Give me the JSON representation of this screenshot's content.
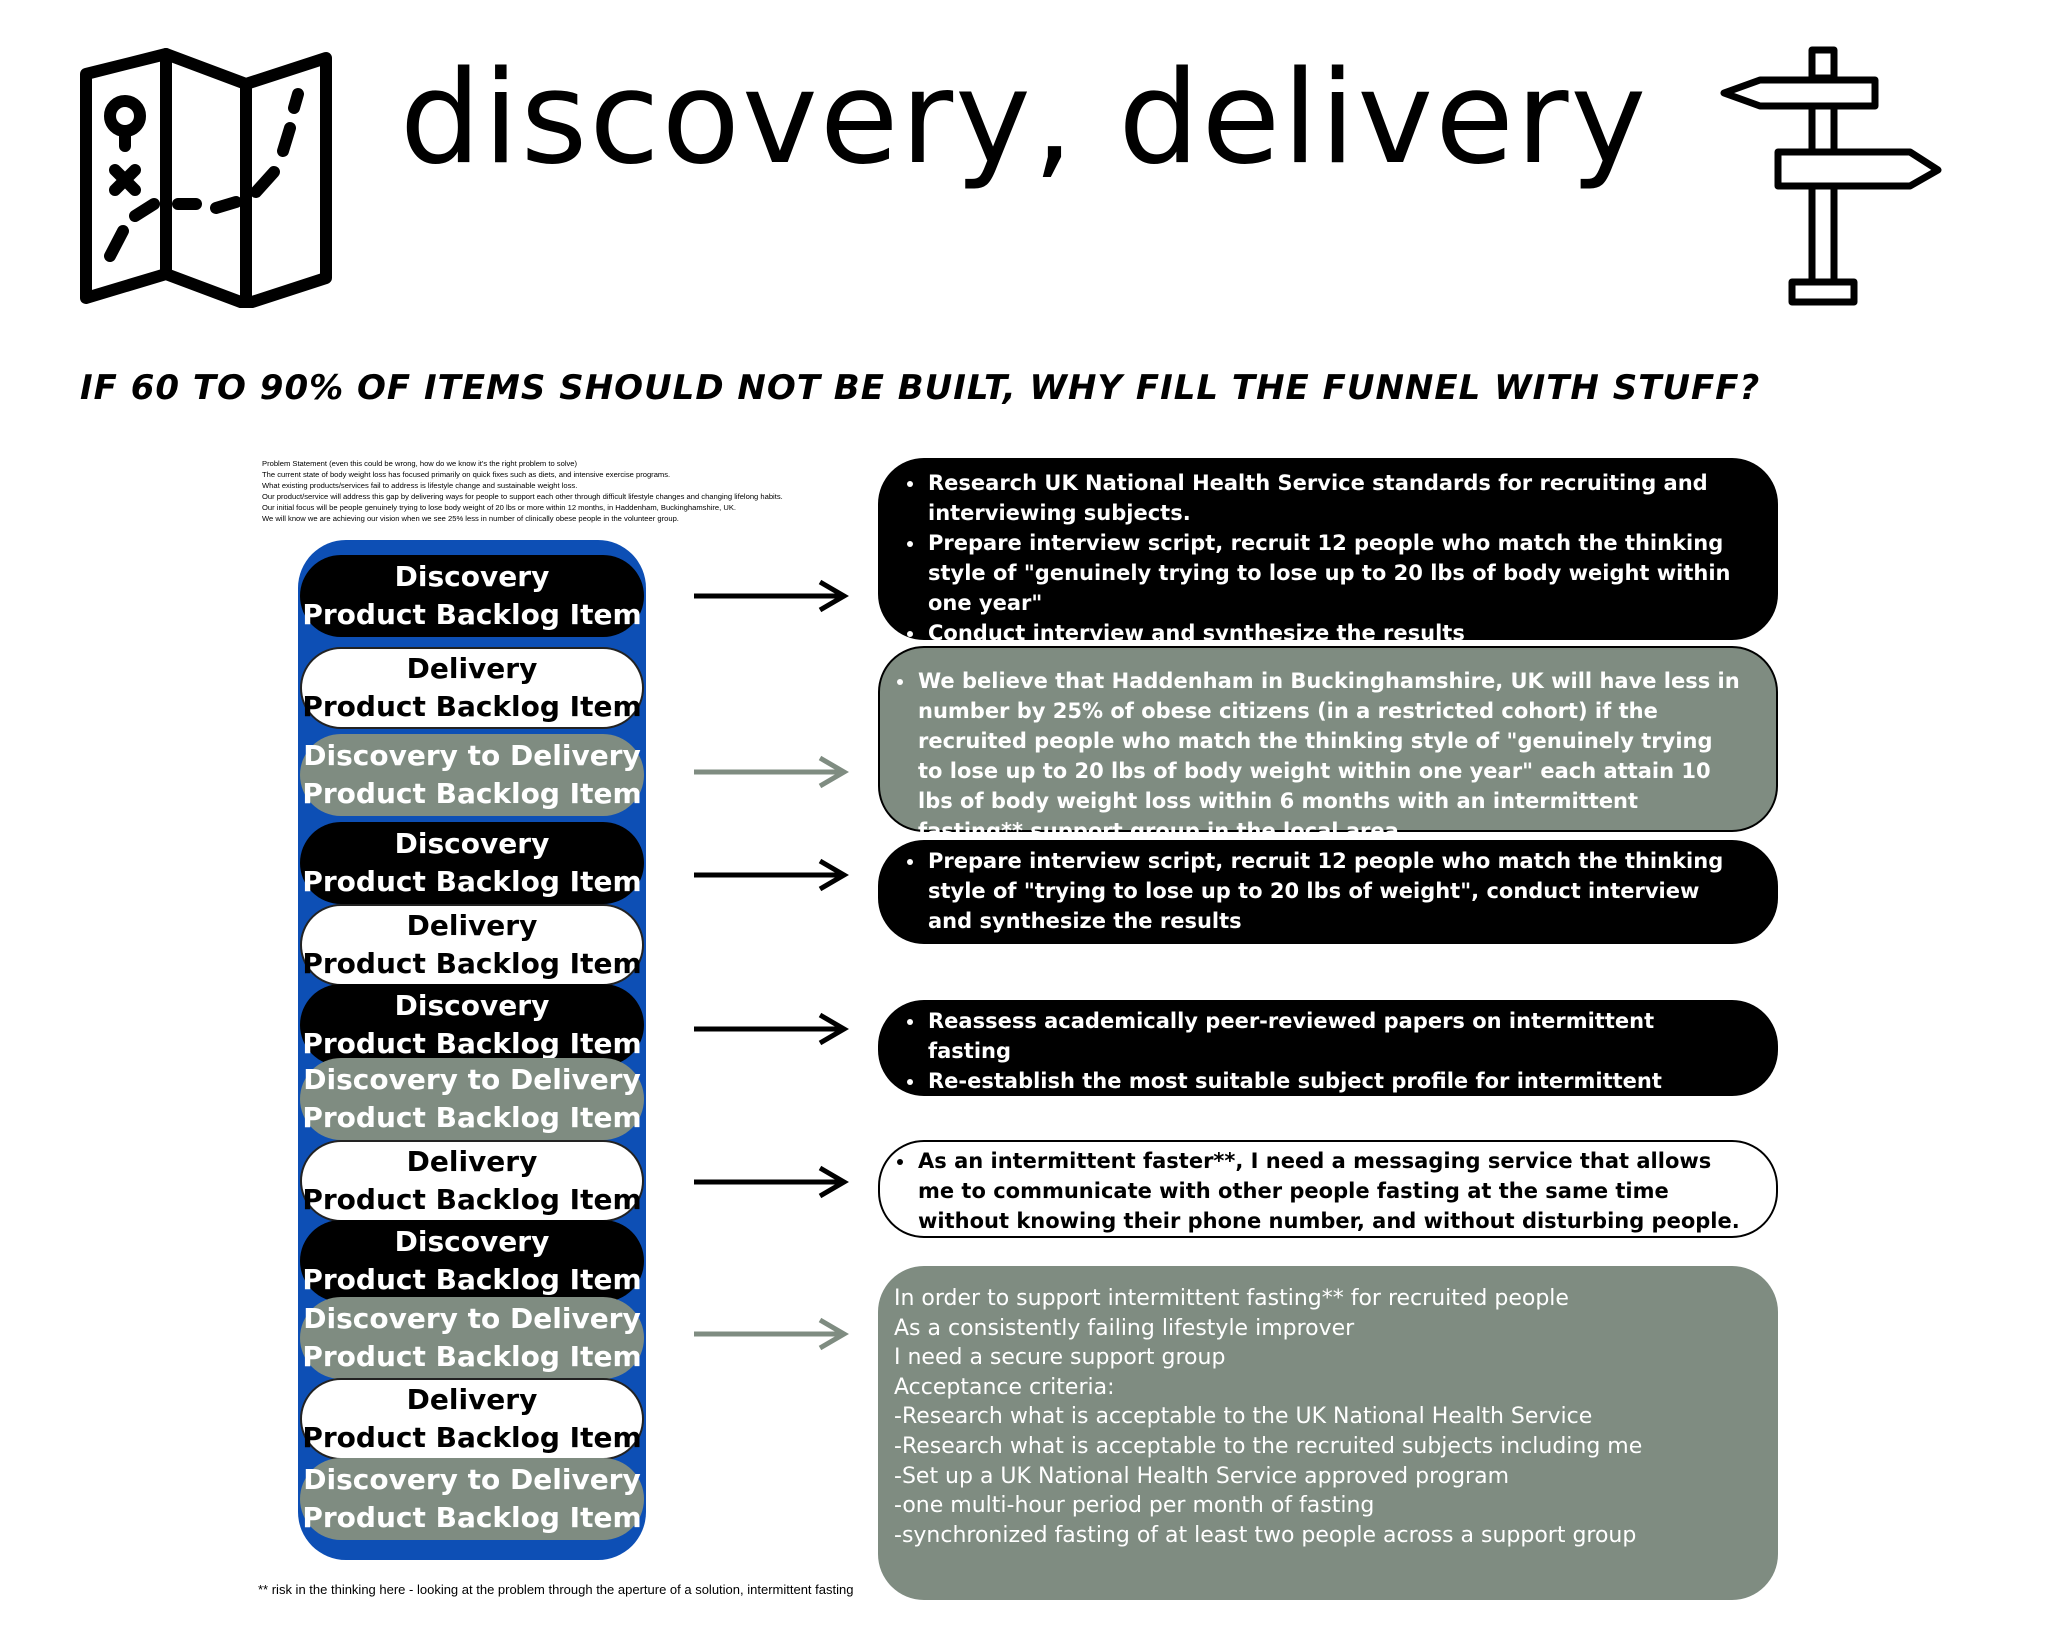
{
  "title": "discovery, delivery",
  "subtitle": "IF 60 TO 90% OF ITEMS SHOULD NOT BE BUILT, WHY FILL THE FUNNEL WITH STUFF?",
  "icons": {
    "left": "map-icon",
    "right": "signpost-icon"
  },
  "problem_statement": [
    "Problem Statement (even this could be wrong, how do we know it's the right problem to solve)",
    "The current state of body weight loss has focused primarily on quick fixes such as diets, and intensive exercise programs.",
    "What existing products/services fail to address is lifestyle change and sustainable weight loss.",
    "Our product/service will address this gap by delivering ways for people to support each other through difficult lifestyle changes and changing lifelong habits.",
    "Our initial focus will be people genuinely trying to lose body weight of 20 lbs or more within 12 months, in Haddenham, Buckinghamshire, UK.",
    "We will know we are achieving our vision when we see 25% less in number of clinically obese people in the volunteer group."
  ],
  "backlog_items": [
    {
      "line1": "Discovery",
      "line2": "Product Backlog Item",
      "kind": "discovery"
    },
    {
      "line1": "Delivery",
      "line2": "Product Backlog Item",
      "kind": "delivery"
    },
    {
      "line1": "Discovery to Delivery",
      "line2": "Product Backlog Item",
      "kind": "mixed"
    },
    {
      "line1": "Discovery",
      "line2": "Product Backlog Item",
      "kind": "discovery"
    },
    {
      "line1": "Delivery",
      "line2": "Product Backlog Item",
      "kind": "delivery"
    },
    {
      "line1": "Discovery",
      "line2": "Product Backlog Item",
      "kind": "discovery"
    },
    {
      "line1": "Discovery to Delivery",
      "line2": "Product Backlog Item",
      "kind": "mixed"
    },
    {
      "line1": "Delivery",
      "line2": "Product Backlog Item",
      "kind": "delivery"
    },
    {
      "line1": "Discovery",
      "line2": "Product Backlog Item",
      "kind": "discovery"
    },
    {
      "line1": "Discovery to Delivery",
      "line2": "Product Backlog Item",
      "kind": "mixed"
    },
    {
      "line1": "Delivery",
      "line2": "Product Backlog Item",
      "kind": "delivery"
    },
    {
      "line1": "Discovery to Delivery",
      "line2": "Product Backlog Item",
      "kind": "mixed"
    }
  ],
  "details": {
    "box1": [
      "Research UK National Health Service standards for recruiting and interviewing subjects.",
      "Prepare interview script, recruit 12  people who match the thinking style of \"genuinely trying to lose up to 20 lbs of body weight within one year\"",
      "Conduct interview and synthesize the results"
    ],
    "box2": [
      "We believe that Haddenham in Buckinghamshire, UK will have less  in number by 25% of obese citizens (in a restricted cohort)  if the recruited  people who match the thinking style of \"genuinely trying to lose up to 20 lbs of body weight within one year\" each attain 10 lbs of body weight loss within 6 months with an intermittent fasting** support group in the local area"
    ],
    "box3": [
      "Prepare interview script, recruit 12  people who match the thinking style of \"trying to lose up to 20 lbs of weight\", conduct interview and synthesize the results"
    ],
    "box4": [
      "Reassess academically peer-reviewed papers on intermittent fasting",
      "Re-establish the most suitable subject profile for intermittent fasting**"
    ],
    "box5": [
      "As an intermittent faster**, I need a messaging service that allows me to communicate with other people fasting at the same time without knowing their phone number, and without disturbing people."
    ],
    "box6": [
      "In order to support intermittent fasting** for recruited people",
      "As a consistently failing lifestyle improver",
      "I need a secure support group",
      "Acceptance criteria:",
      "-Research what is acceptable to the UK National Health Service",
      "-Research what is acceptable to the recruited subjects including me",
      "-Set up a UK National Health Service approved program",
      "-one multi-hour period per month of fasting",
      "-synchronized fasting of at least two people across a support group"
    ]
  },
  "footnote": "** risk in the thinking here - looking at the problem through the aperture of a solution, intermittent fasting",
  "colors": {
    "blue": "#0d4fb5",
    "black": "#000000",
    "grey": "#7f8c81",
    "white": "#ffffff"
  }
}
